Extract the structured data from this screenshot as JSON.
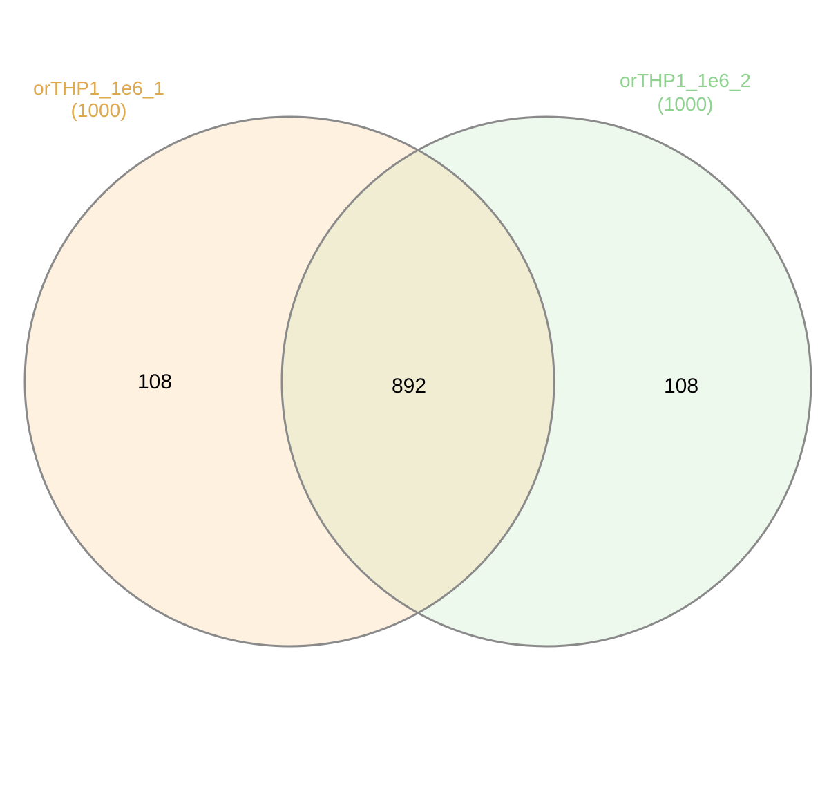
{
  "sets": [
    {
      "id": "a",
      "name": "orTHP1_1e6_1",
      "total": "(1000)",
      "label_color": "#e0a84c",
      "fill_color": "#fff1e0"
    },
    {
      "id": "b",
      "name": "orTHP1_1e6_2",
      "total": "(1000)",
      "label_color": "#8fd18f",
      "fill_color": "#eef9ee"
    }
  ],
  "regions": {
    "only_a": "108",
    "both": "892",
    "only_b": "108"
  },
  "overlap_fill_color": "#f0edd2",
  "outline_color": "#8a8a8a"
}
